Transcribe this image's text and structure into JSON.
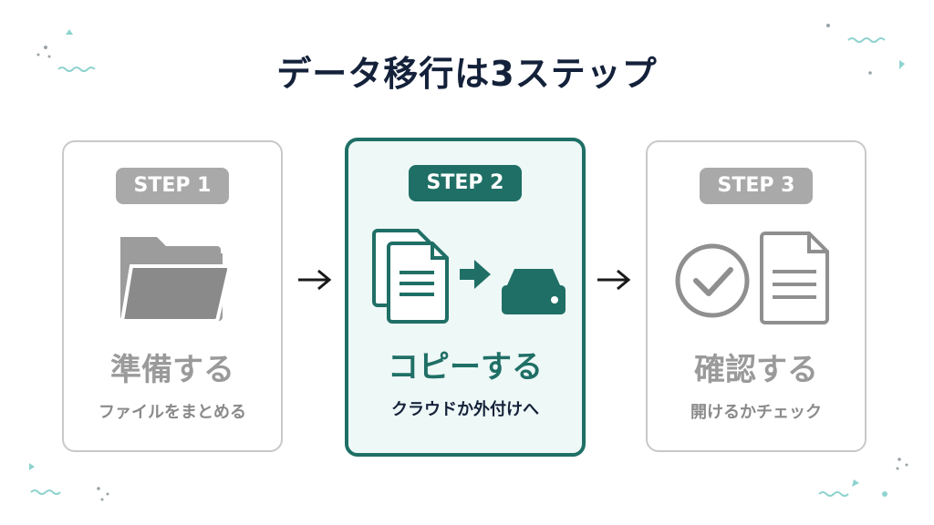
{
  "title": "データ移行は3ステップ",
  "steps": [
    {
      "badge": "STEP 1",
      "title": "準備する",
      "subtitle": "ファイルをまとめる",
      "icon": "folder-icon"
    },
    {
      "badge": "STEP 2",
      "title": "コピーする",
      "subtitle": "クラウドか外付けへ",
      "icon": "copy-to-drive-icon"
    },
    {
      "badge": "STEP 3",
      "title": "確認する",
      "subtitle": "開けるかチェック",
      "icon": "check-document-icon"
    }
  ],
  "colors": {
    "accent": "#1f6f66",
    "inactive": "#a9a9a9",
    "title": "#14213a",
    "active_bg": "#eef8f7",
    "decoration": "#8fd3cf"
  }
}
